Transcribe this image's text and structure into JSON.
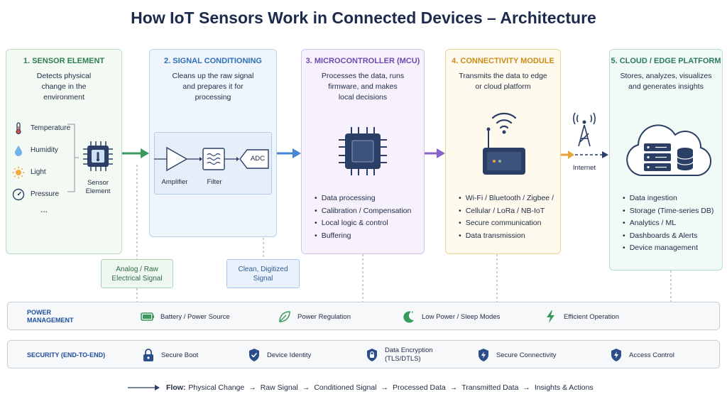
{
  "title": "How IoT Sensors Work in Connected Devices – Architecture",
  "stages": [
    {
      "heading": "1. SENSOR ELEMENT",
      "desc": [
        "Detects physical",
        "change in the",
        "environment"
      ],
      "sensors": [
        "Temperature",
        "Humidity",
        "Light",
        "Pressure"
      ],
      "more": "...",
      "chip_label": [
        "Sensor",
        "Element"
      ]
    },
    {
      "heading": "2. SIGNAL CONDITIONING",
      "desc": [
        "Cleans up the raw signal",
        "and prepares it for",
        "processing"
      ],
      "blocks": [
        "Amplifier",
        "Filter"
      ],
      "adc": "ADC"
    },
    {
      "heading": "3. MICROCONTROLLER (MCU)",
      "desc": [
        "Processes the data, runs",
        "firmware, and makes",
        "local decisions"
      ],
      "bullets": [
        "Data processing",
        "Calibration / Compensation",
        "Local logic & control",
        "Buffering"
      ]
    },
    {
      "heading": "4. CONNECTIVITY MODULE",
      "desc": [
        "Transmits the data to edge",
        "or cloud platform"
      ],
      "bullets": [
        "Wi-Fi / Bluetooth / Zigbee /",
        "Cellular / LoRa / NB-IoT",
        "Secure communication",
        "Data transmission"
      ]
    },
    {
      "heading": "5. CLOUD / EDGE PLATFORM",
      "desc": [
        "Stores, analyzes, visualizes",
        "and generates insights"
      ],
      "bullets": [
        "Data ingestion",
        "Storage (Time-series DB)",
        "Analytics / ML",
        "Dashboards & Alerts",
        "Device management"
      ]
    }
  ],
  "internet_label": "Internet",
  "callouts": {
    "analog": [
      "Analog / Raw",
      "Electrical Signal"
    ],
    "clean": [
      "Clean, Digitized",
      "Signal"
    ]
  },
  "power": {
    "label": [
      "POWER",
      "MANAGEMENT"
    ],
    "items": [
      "Battery / Power Source",
      "Power Regulation",
      "Low Power / Sleep Modes",
      "Efficient Operation"
    ]
  },
  "security": {
    "label": "SECURITY (END-TO-END)",
    "items": [
      "Secure Boot",
      "Device Identity",
      "Data Encryption",
      "(TLS/DTLS)",
      "Secure Connectivity",
      "Access Control"
    ]
  },
  "flow": {
    "label": "Flow:",
    "steps": [
      "Physical Change",
      "Raw Signal",
      "Conditioned Signal",
      "Processed Data",
      "Transmitted Data",
      "Insights & Actions"
    ]
  },
  "colors": {
    "green": "#3a9a5c",
    "blue": "#4a86d0",
    "purple": "#8a63c9",
    "orange": "#e3a53a",
    "teal": "#3a9a7f",
    "navy": "#2b3f66"
  }
}
